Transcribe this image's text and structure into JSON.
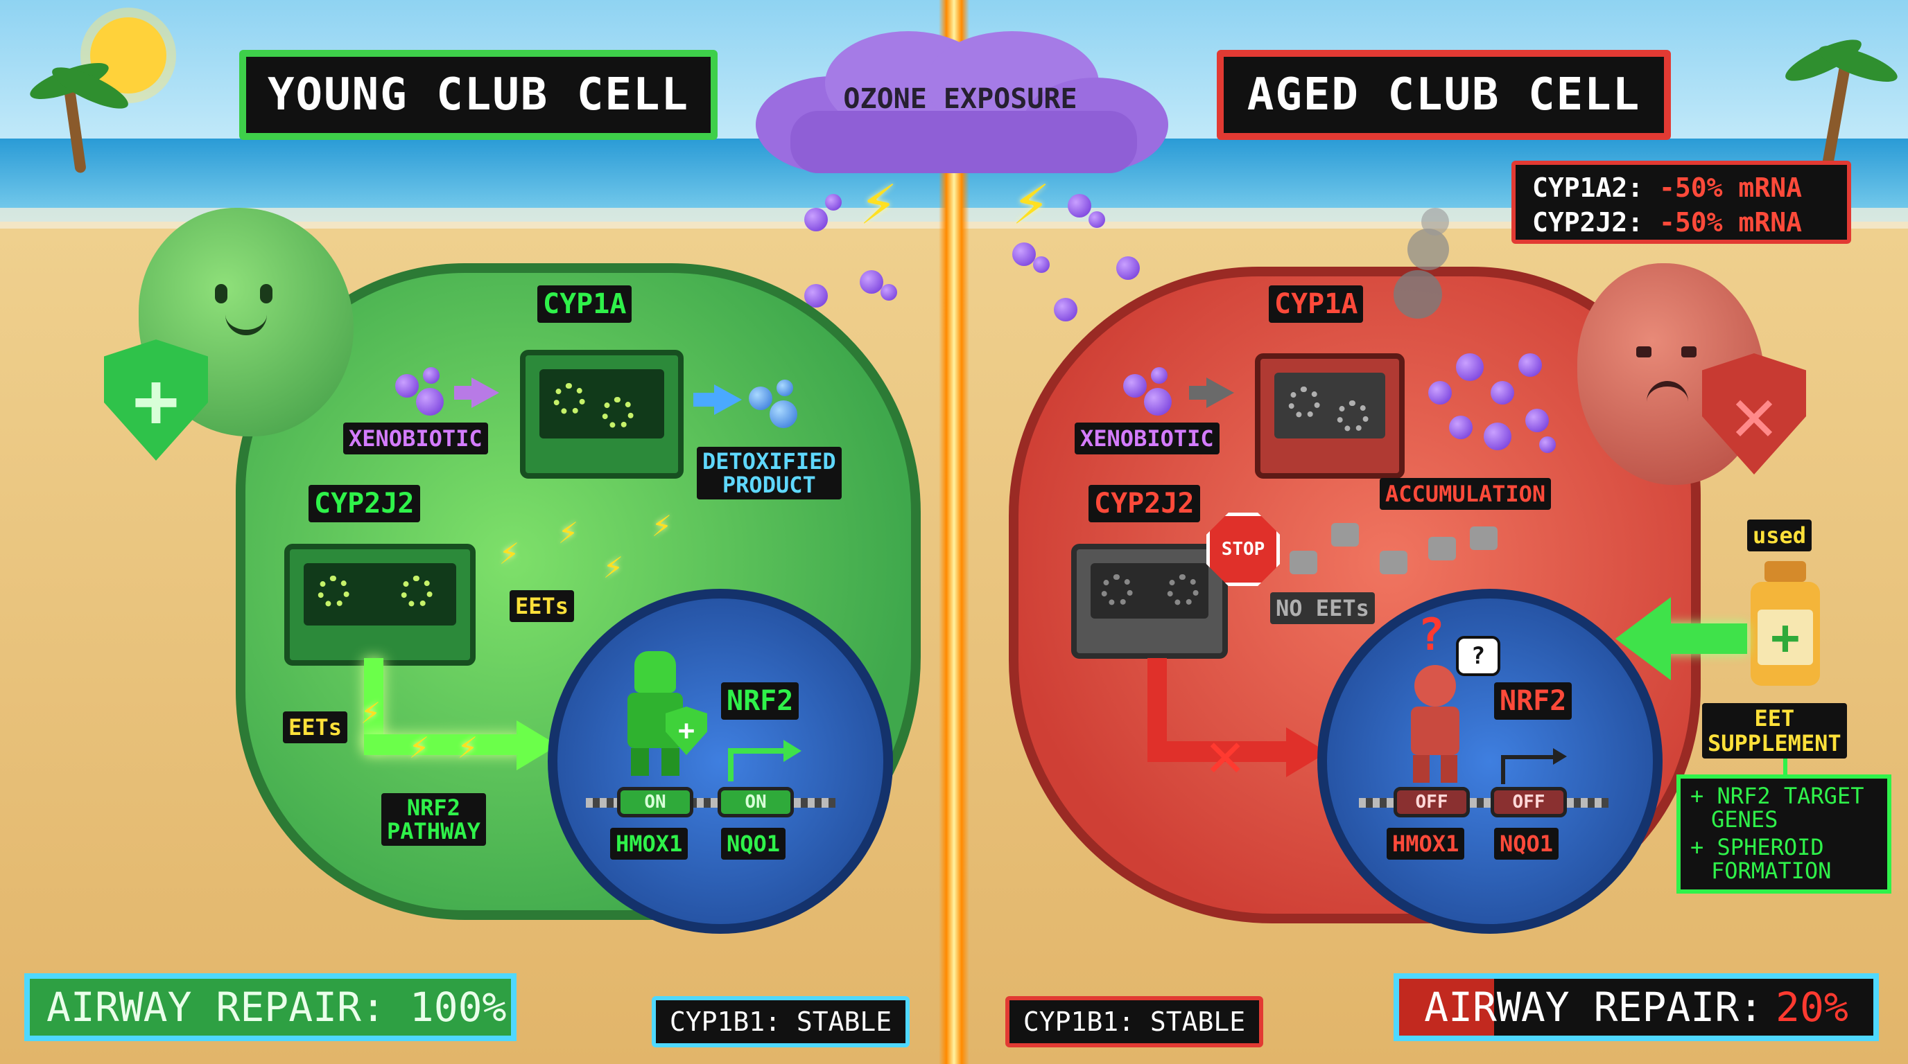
{
  "header": {
    "cloud_label": "OZONE EXPOSURE",
    "young_title": "YOUNG CLUB CELL",
    "aged_title": "AGED CLUB CELL"
  },
  "young": {
    "cyp1a_label": "CYP1A",
    "xenobiotic_label": "XENOBIOTIC",
    "detox_label_line1": "DETOXIFIED",
    "detox_label_line2": "PRODUCT",
    "cyp2j2_label": "CYP2J2",
    "eets_label_1": "EETs",
    "eets_label_2": "EETs",
    "pathway_label_line1": "NRF2",
    "pathway_label_line2": "PATHWAY",
    "nrf2_label": "NRF2",
    "toggle_hmox1": "ON",
    "toggle_nqo1": "ON",
    "gene_hmox1": "HMOX1",
    "gene_nqo1": "NQO1",
    "repair_label": "AIRWAY REPAIR: 100%",
    "repair_fraction": 1.0,
    "cyp1b1": "CYP1B1: STABLE"
  },
  "aged": {
    "mrna_line1_gene": "CYP1A2:",
    "mrna_line1_value": "-50% mRNA",
    "mrna_line2_gene": "CYP2J2:",
    "mrna_line2_value": "-50% mRNA",
    "cyp1a_label": "CYP1A",
    "xenobiotic_label": "XENOBIOTIC",
    "accumulation_label": "ACCUMULATION",
    "cyp2j2_label": "CYP2J2",
    "stop_sign": "STOP",
    "no_eets_label": "NO EETs",
    "nrf2_label": "NRF2",
    "toggle_hmox1": "OFF",
    "toggle_nqo1": "OFF",
    "gene_hmox1": "HMOX1",
    "gene_nqo1": "NQO1",
    "repair_label_prefix": "AIRWAY REPAIR:",
    "repair_value": "20%",
    "repair_fraction": 0.2,
    "cyp1b1": "CYP1B1: STABLE"
  },
  "supplement": {
    "used_label": "used",
    "label_line1": "EET",
    "label_line2": "SUPPLEMENT",
    "benefit_1_line1": "+ NRF2 TARGET",
    "benefit_1_line2": "GENES",
    "benefit_2_line1": "+ SPHEROID",
    "benefit_2_line2": "FORMATION"
  },
  "colors": {
    "young_accent": "#3ecf4a",
    "aged_accent": "#e23a33",
    "nucleus": "#2a5fc2",
    "cyan_border": "#4fd8ff"
  }
}
